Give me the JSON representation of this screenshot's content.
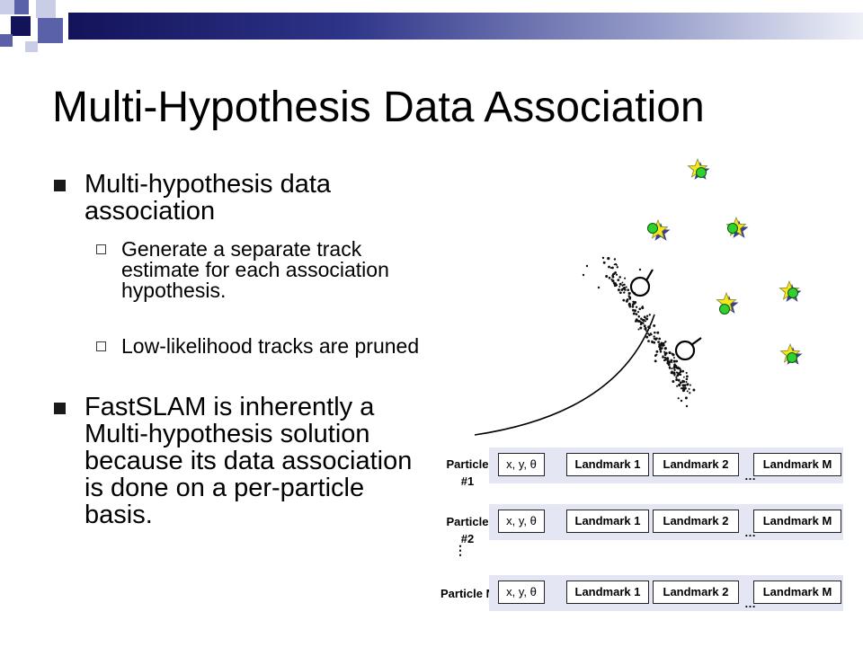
{
  "slide": {
    "title": "Multi-Hypothesis Data Association",
    "bullets": [
      {
        "text": "Multi-hypothesis data association",
        "subs": [
          "Generate a separate track estimate for each association hypothesis.",
          "Low-likelihood tracks are pruned"
        ]
      },
      {
        "text": "FastSLAM is inherently a Multi-hypothesis solution because its data association is done on a per-particle basis."
      }
    ]
  },
  "figure": {
    "particles": [
      {
        "label": "Particle #1",
        "pose": "x, y, θ",
        "landmarks": [
          "Landmark 1",
          "Landmark 2",
          "Landmark M"
        ],
        "ellipsis": "…"
      },
      {
        "label": "Particle #2",
        "pose": "x, y, θ",
        "landmarks": [
          "Landmark 1",
          "Landmark 2",
          "Landmark M"
        ],
        "ellipsis": "…"
      },
      {
        "label": "Particle N",
        "pose": "x, y, θ",
        "landmarks": [
          "Landmark 1",
          "Landmark 2",
          "Landmark M"
        ],
        "ellipsis": "…"
      }
    ],
    "vertical_ellipsis": "⋮"
  },
  "colors": {
    "header_dark": "#13135a",
    "header_mid": "#5a61a8",
    "header_light": "#c9cde6",
    "band": "#e4e6f4",
    "star": "#f5e61e",
    "landmark_dot": "#2fd02f"
  }
}
